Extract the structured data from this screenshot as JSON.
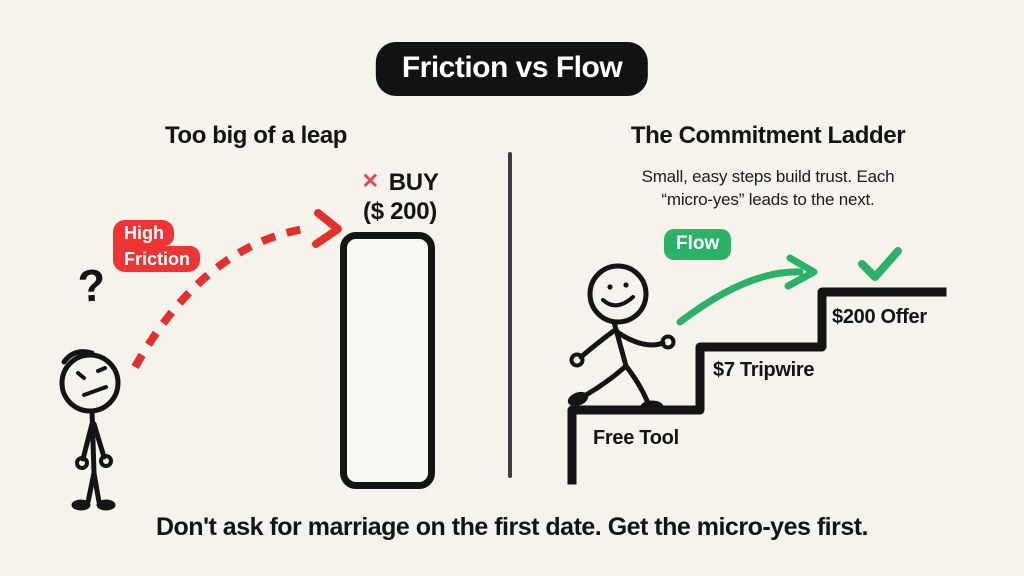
{
  "title": "Friction vs Flow",
  "left_panel": {
    "heading": "Too big of a leap",
    "buy_label": "BUY",
    "buy_price": "($ 200)",
    "badge_line1": "High",
    "badge_line2": "Friction"
  },
  "right_panel": {
    "heading": "The Commitment Ladder",
    "subtitle_line1": "Small, easy steps build trust. Each",
    "subtitle_line2": "“micro-yes” leads to the next.",
    "badge": "Flow",
    "steps": [
      {
        "label": "Free Tool"
      },
      {
        "label": "$7 Tripwire"
      },
      {
        "label": "$200 Offer"
      }
    ]
  },
  "caption": "Don't ask for marriage on the first date. Get the micro-yes first.",
  "icons": {
    "x_mark": "✕",
    "question_mark": "?",
    "checkmark": "check"
  },
  "colors": {
    "background": "#f6f3ec",
    "red": "#ef3434",
    "arrow_red": "#e42f2c",
    "green": "#2ab368",
    "ink": "#141414"
  }
}
